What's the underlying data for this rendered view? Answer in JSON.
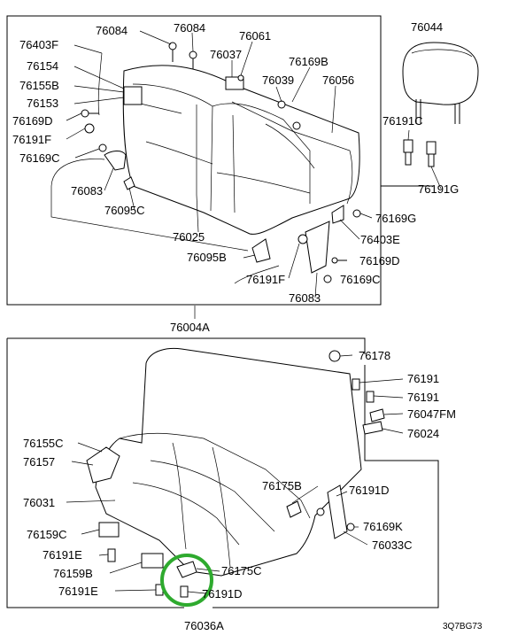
{
  "diagram": {
    "diagram_code": "3Q7BG73",
    "highlight_color": "#2eaa2e",
    "labels": [
      {
        "id": "top_76084_a",
        "text": "76084"
      },
      {
        "id": "top_76084_b",
        "text": "76084"
      },
      {
        "id": "top_76403F",
        "text": "76403F"
      },
      {
        "id": "top_76061",
        "text": "76061"
      },
      {
        "id": "top_76037",
        "text": "76037"
      },
      {
        "id": "top_76154",
        "text": "76154"
      },
      {
        "id": "top_76169B",
        "text": "76169B"
      },
      {
        "id": "top_76039",
        "text": "76039"
      },
      {
        "id": "top_76056",
        "text": "76056"
      },
      {
        "id": "top_76155B",
        "text": "76155B"
      },
      {
        "id": "top_76153",
        "text": "76153"
      },
      {
        "id": "top_76169D_a",
        "text": "76169D"
      },
      {
        "id": "top_76191F_a",
        "text": "76191F"
      },
      {
        "id": "top_76169C_a",
        "text": "76169C"
      },
      {
        "id": "top_76083_a",
        "text": "76083"
      },
      {
        "id": "top_76095C",
        "text": "76095C"
      },
      {
        "id": "top_76025",
        "text": "76025"
      },
      {
        "id": "top_76095B",
        "text": "76095B"
      },
      {
        "id": "top_76191F_b",
        "text": "76191F"
      },
      {
        "id": "top_76083_b",
        "text": "76083"
      },
      {
        "id": "top_76169G",
        "text": "76169G"
      },
      {
        "id": "top_76403E",
        "text": "76403E"
      },
      {
        "id": "top_76169D_b",
        "text": "76169D"
      },
      {
        "id": "top_76169C_b",
        "text": "76169C"
      },
      {
        "id": "top_76044",
        "text": "76044"
      },
      {
        "id": "top_76191C",
        "text": "76191C"
      },
      {
        "id": "top_76191G",
        "text": "76191G"
      },
      {
        "id": "top_76004A",
        "text": "76004A"
      },
      {
        "id": "bot_76178",
        "text": "76178"
      },
      {
        "id": "bot_76191_a",
        "text": "76191"
      },
      {
        "id": "bot_76191_b",
        "text": "76191"
      },
      {
        "id": "bot_76047FM",
        "text": "76047FM"
      },
      {
        "id": "bot_76024",
        "text": "76024"
      },
      {
        "id": "bot_76155C",
        "text": "76155C"
      },
      {
        "id": "bot_76157",
        "text": "76157"
      },
      {
        "id": "bot_76031",
        "text": "76031"
      },
      {
        "id": "bot_76175B",
        "text": "76175B"
      },
      {
        "id": "bot_76191D",
        "text": "76191D"
      },
      {
        "id": "bot_76169K",
        "text": "76169K"
      },
      {
        "id": "bot_76033C",
        "text": "76033C"
      },
      {
        "id": "bot_76159C",
        "text": "76159C"
      },
      {
        "id": "bot_76191E_a",
        "text": "76191E"
      },
      {
        "id": "bot_76159B",
        "text": "76159B"
      },
      {
        "id": "bot_76191E_b",
        "text": "76191E"
      },
      {
        "id": "bot_76175C",
        "text": "76175C"
      },
      {
        "id": "bot_76191D_b",
        "text": "76191D"
      },
      {
        "id": "bot_76036A",
        "text": "76036A"
      }
    ]
  }
}
